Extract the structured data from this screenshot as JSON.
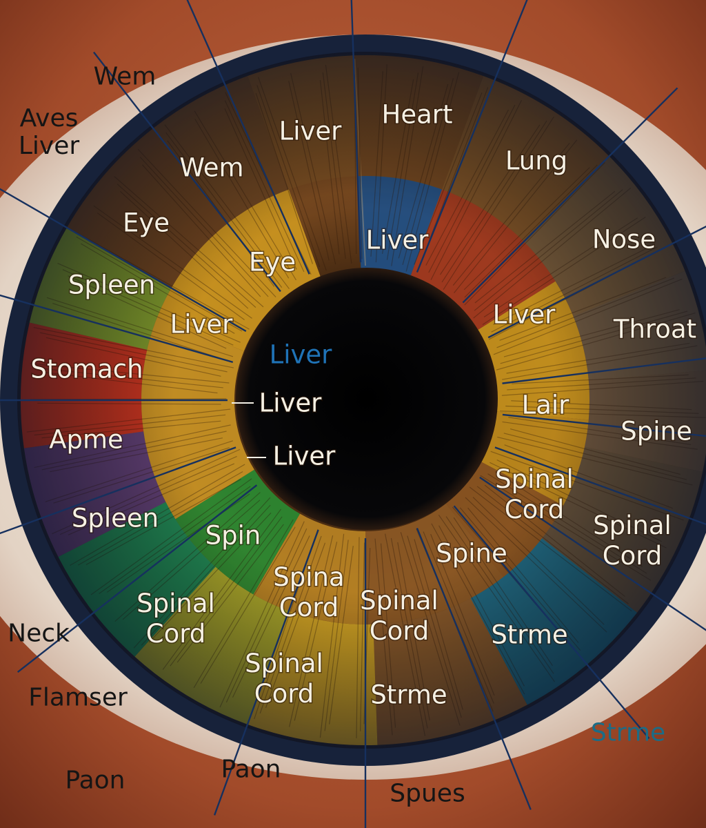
{
  "colors": {
    "skin": "#a24b2a",
    "sclera": "#e9dcd0",
    "limbal_ring": "#17223a",
    "iris_brown": "#7a4a20",
    "pupil": "#050507",
    "leader_line": "#16305e",
    "label_light": "#f6f1e4",
    "label_dark": "#151515",
    "label_accent": "#1f73b7"
  },
  "iris_zones": {
    "outer": [
      {
        "label": "Liver",
        "color": "#7a4e22"
      },
      {
        "label": "Heart",
        "color": "#6f4520"
      },
      {
        "label": "Lung",
        "color": "#7c5227"
      },
      {
        "label": "Nose",
        "color": "#735a3c"
      },
      {
        "label": "Throat",
        "color": "#6d5a45"
      },
      {
        "label": "Spine",
        "color": "#6a5641"
      },
      {
        "label": "Spinal Cord",
        "color": "#61503d"
      },
      {
        "label": "Strme",
        "color": "#1a6a88"
      },
      {
        "label": "Strme",
        "color": "#8a5a2a"
      },
      {
        "label": "Spinal Cord",
        "color": "#d3a624"
      },
      {
        "label": "Spinal Cord",
        "color": "#a8a82a"
      },
      {
        "label": "Spleen",
        "color": "#1a8a57"
      },
      {
        "label": "Apme",
        "color": "#5c3e78"
      },
      {
        "label": "Stomach",
        "color": "#c8321f"
      },
      {
        "label": "Spleen",
        "color": "#7b9a2c"
      },
      {
        "label": "Eye",
        "color": "#6b4220"
      },
      {
        "label": "Wem",
        "color": "#6d4522"
      }
    ],
    "inner": [
      {
        "label": "Liver",
        "color": "#1f4f86"
      },
      {
        "label": "Liver",
        "color": "#a33a1f"
      },
      {
        "label": "Lair",
        "color": "#c7931d"
      },
      {
        "label": "Spinal Cord",
        "color": "#be8a1c"
      },
      {
        "label": "Spine",
        "color": "#8a5522"
      },
      {
        "label": "Spinal Cord",
        "color": "#8c5925"
      },
      {
        "label": "Spina Cord",
        "color": "#b98324"
      },
      {
        "label": "Spin",
        "color": "#2a8a32"
      },
      {
        "label": "Liver",
        "color": "#c89224"
      },
      {
        "label": "Eye",
        "color": "#cc961f"
      }
    ],
    "pupil_labels": [
      {
        "label": "Liver"
      },
      {
        "label": "Liver"
      },
      {
        "label": "Liver"
      }
    ]
  },
  "outer_labels": [
    {
      "label": "Wem"
    },
    {
      "label": "Aves Liver"
    },
    {
      "label": "Neck"
    },
    {
      "label": "Flamser"
    },
    {
      "label": "Paon"
    },
    {
      "label": "Paon"
    },
    {
      "label": "Spues"
    },
    {
      "label": "Strme"
    }
  ]
}
